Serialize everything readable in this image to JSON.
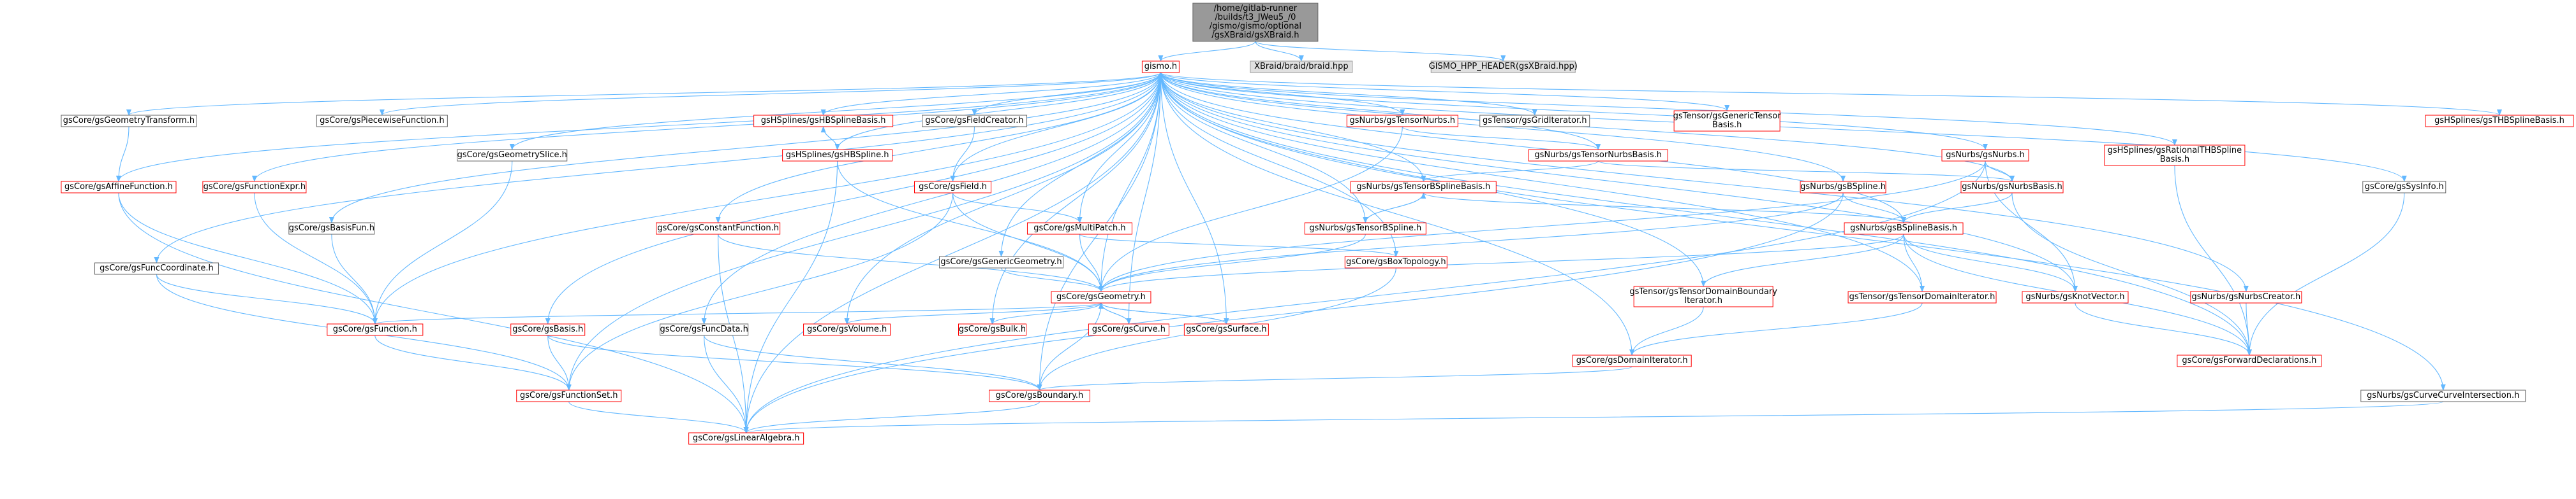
{
  "nodes": [
    {
      "id": "root",
      "lines": [
        "/home/gitlab-runner",
        "/builds/t3_JWeu5_/0",
        "/gismo/gismo/optional",
        "/gsXBraid/gsXBraid.h"
      ],
      "style": "root",
      "interactable": false
    },
    {
      "id": "gismo",
      "lines": [
        "gismo.h"
      ],
      "style": "red"
    },
    {
      "id": "xbraid",
      "lines": [
        "XBraid/braid/braid.hpp"
      ],
      "style": "grey"
    },
    {
      "id": "hppheader",
      "lines": [
        "GISMO_HPP_HEADER(gsXBraid.hpp)"
      ],
      "style": "grey"
    },
    {
      "id": "geomtransform",
      "lines": [
        "gsCore/gsGeometryTransform.h"
      ],
      "style": "black"
    },
    {
      "id": "piecewise",
      "lines": [
        "gsCore/gsPiecewiseFunction.h"
      ],
      "style": "black"
    },
    {
      "id": "hbsplinebasis",
      "lines": [
        "gsHSplines/gsHBSplineBasis.h"
      ],
      "style": "red"
    },
    {
      "id": "fieldcreator",
      "lines": [
        "gsCore/gsFieldCreator.h"
      ],
      "style": "black"
    },
    {
      "id": "tensornurbs",
      "lines": [
        "gsNurbs/gsTensorNurbs.h"
      ],
      "style": "red"
    },
    {
      "id": "griditer",
      "lines": [
        "gsTensor/gsGridIterator.h"
      ],
      "style": "black"
    },
    {
      "id": "gentensorbasis",
      "lines": [
        "gsTensor/gsGenericTensor",
        "Basis.h"
      ],
      "style": "red"
    },
    {
      "id": "thbsplinebasis",
      "lines": [
        "gsHSplines/gsTHBSplineBasis.h"
      ],
      "style": "red"
    },
    {
      "id": "geomslice",
      "lines": [
        "gsCore/gsGeometrySlice.h"
      ],
      "style": "black"
    },
    {
      "id": "hbspline",
      "lines": [
        "gsHSplines/gsHBSpline.h"
      ],
      "style": "red"
    },
    {
      "id": "tensornurbsbasis",
      "lines": [
        "gsNurbs/gsTensorNurbsBasis.h"
      ],
      "style": "red"
    },
    {
      "id": "nurbs",
      "lines": [
        "gsNurbs/gsNurbs.h"
      ],
      "style": "red"
    },
    {
      "id": "rationalthb",
      "lines": [
        "gsHSplines/gsRationalTHBSpline",
        "Basis.h"
      ],
      "style": "red"
    },
    {
      "id": "affinefn",
      "lines": [
        "gsCore/gsAffineFunction.h"
      ],
      "style": "red"
    },
    {
      "id": "fnexpr",
      "lines": [
        "gsCore/gsFunctionExpr.h"
      ],
      "style": "red"
    },
    {
      "id": "field",
      "lines": [
        "gsCore/gsField.h"
      ],
      "style": "red"
    },
    {
      "id": "tensorbsplinebasis",
      "lines": [
        "gsNurbs/gsTensorBSplineBasis.h"
      ],
      "style": "red"
    },
    {
      "id": "bspline",
      "lines": [
        "gsNurbs/gsBSpline.h"
      ],
      "style": "red"
    },
    {
      "id": "nurbsbasis",
      "lines": [
        "gsNurbs/gsNurbsBasis.h"
      ],
      "style": "red"
    },
    {
      "id": "sysinfo",
      "lines": [
        "gsCore/gsSysInfo.h"
      ],
      "style": "black"
    },
    {
      "id": "basisfun",
      "lines": [
        "gsCore/gsBasisFun.h"
      ],
      "style": "black"
    },
    {
      "id": "constfn",
      "lines": [
        "gsCore/gsConstantFunction.h"
      ],
      "style": "red"
    },
    {
      "id": "multipatch",
      "lines": [
        "gsCore/gsMultiPatch.h"
      ],
      "style": "red"
    },
    {
      "id": "genericgeom",
      "lines": [
        "gsCore/gsGenericGeometry.h"
      ],
      "style": "black"
    },
    {
      "id": "tensorbspline",
      "lines": [
        "gsNurbs/gsTensorBSpline.h"
      ],
      "style": "red"
    },
    {
      "id": "boxtopology",
      "lines": [
        "gsCore/gsBoxTopology.h"
      ],
      "style": "red"
    },
    {
      "id": "bsplinebasis",
      "lines": [
        "gsNurbs/gsBSplineBasis.h"
      ],
      "style": "red"
    },
    {
      "id": "funccoord",
      "lines": [
        "gsCore/gsFuncCoordinate.h"
      ],
      "style": "black"
    },
    {
      "id": "geometry",
      "lines": [
        "gsCore/gsGeometry.h"
      ],
      "style": "red"
    },
    {
      "id": "tdbiter",
      "lines": [
        "gsTensor/gsTensorDomainBoundary",
        "Iterator.h"
      ],
      "style": "red"
    },
    {
      "id": "tditer",
      "lines": [
        "gsTensor/gsTensorDomainIterator.h"
      ],
      "style": "red"
    },
    {
      "id": "knotvector",
      "lines": [
        "gsNurbs/gsKnotVector.h"
      ],
      "style": "red"
    },
    {
      "id": "nurbscreator",
      "lines": [
        "gsNurbs/gsNurbsCreator.h"
      ],
      "style": "red"
    },
    {
      "id": "function",
      "lines": [
        "gsCore/gsFunction.h"
      ],
      "style": "red"
    },
    {
      "id": "basis",
      "lines": [
        "gsCore/gsBasis.h"
      ],
      "style": "red"
    },
    {
      "id": "funcdata",
      "lines": [
        "gsCore/gsFuncData.h"
      ],
      "style": "black"
    },
    {
      "id": "volume",
      "lines": [
        "gsCore/gsVolume.h"
      ],
      "style": "red"
    },
    {
      "id": "bulk",
      "lines": [
        "gsCore/gsBulk.h"
      ],
      "style": "red"
    },
    {
      "id": "curve",
      "lines": [
        "gsCore/gsCurve.h"
      ],
      "style": "red"
    },
    {
      "id": "surface",
      "lines": [
        "gsCore/gsSurface.h"
      ],
      "style": "red"
    },
    {
      "id": "domainiter",
      "lines": [
        "gsCore/gsDomainIterator.h"
      ],
      "style": "red"
    },
    {
      "id": "fwddecl",
      "lines": [
        "gsCore/gsForwardDeclarations.h"
      ],
      "style": "red"
    },
    {
      "id": "functionset",
      "lines": [
        "gsCore/gsFunctionSet.h"
      ],
      "style": "red"
    },
    {
      "id": "boundary",
      "lines": [
        "gsCore/gsBoundary.h"
      ],
      "style": "red"
    },
    {
      "id": "curveintersect",
      "lines": [
        "gsNurbs/gsCurveCurveIntersection.h"
      ],
      "style": "black"
    },
    {
      "id": "linalg",
      "lines": [
        "gsCore/gsLinearAlgebra.h"
      ],
      "style": "red"
    }
  ],
  "edges": [
    [
      "root",
      "gismo"
    ],
    [
      "root",
      "xbraid"
    ],
    [
      "root",
      "hppheader"
    ],
    [
      "gismo",
      "geomtransform"
    ],
    [
      "gismo",
      "piecewise"
    ],
    [
      "gismo",
      "hbsplinebasis"
    ],
    [
      "gismo",
      "fieldcreator"
    ],
    [
      "gismo",
      "tensornurbs"
    ],
    [
      "gismo",
      "griditer"
    ],
    [
      "gismo",
      "gentensorbasis"
    ],
    [
      "gismo",
      "thbsplinebasis"
    ],
    [
      "gismo",
      "geomslice"
    ],
    [
      "gismo",
      "hbspline"
    ],
    [
      "gismo",
      "tensornurbsbasis"
    ],
    [
      "gismo",
      "nurbs"
    ],
    [
      "gismo",
      "rationalthb"
    ],
    [
      "gismo",
      "affinefn"
    ],
    [
      "gismo",
      "fnexpr"
    ],
    [
      "gismo",
      "field"
    ],
    [
      "gismo",
      "tensorbsplinebasis"
    ],
    [
      "gismo",
      "bspline"
    ],
    [
      "gismo",
      "nurbsbasis"
    ],
    [
      "gismo",
      "sysinfo"
    ],
    [
      "gismo",
      "basisfun"
    ],
    [
      "gismo",
      "constfn"
    ],
    [
      "gismo",
      "multipatch"
    ],
    [
      "gismo",
      "genericgeom"
    ],
    [
      "gismo",
      "tensorbspline"
    ],
    [
      "gismo",
      "boxtopology"
    ],
    [
      "gismo",
      "bsplinebasis"
    ],
    [
      "gismo",
      "funccoord"
    ],
    [
      "gismo",
      "geometry"
    ],
    [
      "gismo",
      "tdbiter"
    ],
    [
      "gismo",
      "tditer"
    ],
    [
      "gismo",
      "knotvector"
    ],
    [
      "gismo",
      "nurbscreator"
    ],
    [
      "gismo",
      "function"
    ],
    [
      "gismo",
      "basis"
    ],
    [
      "gismo",
      "funcdata"
    ],
    [
      "gismo",
      "volume"
    ],
    [
      "gismo",
      "bulk"
    ],
    [
      "gismo",
      "curve"
    ],
    [
      "gismo",
      "surface"
    ],
    [
      "gismo",
      "domainiter"
    ],
    [
      "gismo",
      "fwddecl"
    ],
    [
      "gismo",
      "functionset"
    ],
    [
      "gismo",
      "boundary"
    ],
    [
      "gismo",
      "curveintersect"
    ],
    [
      "gismo",
      "linalg"
    ],
    [
      "geomtransform",
      "affinefn"
    ],
    [
      "hbsplinebasis",
      "hbspline"
    ],
    [
      "hbspline",
      "hbsplinebasis"
    ],
    [
      "hbspline",
      "geometry"
    ],
    [
      "hbspline",
      "linalg"
    ],
    [
      "fieldcreator",
      "field"
    ],
    [
      "tensornurbs",
      "tensornurbsbasis"
    ],
    [
      "tensornurbs",
      "geometry"
    ],
    [
      "tensornurbsbasis",
      "tensorbsplinebasis"
    ],
    [
      "tensornurbsbasis",
      "nurbsbasis"
    ],
    [
      "geomslice",
      "function"
    ],
    [
      "nurbs",
      "nurbsbasis"
    ],
    [
      "nurbs",
      "geometry"
    ],
    [
      "nurbs",
      "knotvector"
    ],
    [
      "nurbs",
      "linalg"
    ],
    [
      "rationalthb",
      "fwddecl"
    ],
    [
      "affinefn",
      "function"
    ],
    [
      "affinefn",
      "linalg"
    ],
    [
      "fnexpr",
      "function"
    ],
    [
      "field",
      "multipatch"
    ],
    [
      "field",
      "geometry"
    ],
    [
      "field",
      "functionset"
    ],
    [
      "tensorbsplinebasis",
      "tensorbspline"
    ],
    [
      "tensorbspline",
      "tensorbsplinebasis"
    ],
    [
      "tensorbsplinebasis",
      "bsplinebasis"
    ],
    [
      "tensorbspline",
      "geometry"
    ],
    [
      "bspline",
      "bsplinebasis"
    ],
    [
      "bspline",
      "geometry"
    ],
    [
      "bspline",
      "linalg"
    ],
    [
      "nurbsbasis",
      "bsplinebasis"
    ],
    [
      "nurbsbasis",
      "fwddecl"
    ],
    [
      "sysinfo",
      "fwddecl"
    ],
    [
      "basisfun",
      "function"
    ],
    [
      "constfn",
      "geometry"
    ],
    [
      "constfn",
      "linalg"
    ],
    [
      "multipatch",
      "boxtopology"
    ],
    [
      "multipatch",
      "geometry"
    ],
    [
      "genericgeom",
      "geometry"
    ],
    [
      "boxtopology",
      "boundary"
    ],
    [
      "bsplinebasis",
      "geometry"
    ],
    [
      "bsplinebasis",
      "tdbiter"
    ],
    [
      "bsplinebasis",
      "tditer"
    ],
    [
      "bsplinebasis",
      "knotvector"
    ],
    [
      "bsplinebasis",
      "fwddecl"
    ],
    [
      "funccoord",
      "function"
    ],
    [
      "funccoord",
      "functionset"
    ],
    [
      "geometry",
      "function"
    ],
    [
      "geometry",
      "volume"
    ],
    [
      "geometry",
      "bulk"
    ],
    [
      "geometry",
      "curve"
    ],
    [
      "geometry",
      "surface"
    ],
    [
      "geometry",
      "boundary"
    ],
    [
      "curve",
      "geometry"
    ],
    [
      "surface",
      "geometry"
    ],
    [
      "tdbiter",
      "domainiter"
    ],
    [
      "tditer",
      "domainiter"
    ],
    [
      "knotvector",
      "fwddecl"
    ],
    [
      "nurbscreator",
      "fwddecl"
    ],
    [
      "function",
      "functionset"
    ],
    [
      "basis",
      "functionset"
    ],
    [
      "basis",
      "boundary"
    ],
    [
      "funcdata",
      "linalg"
    ],
    [
      "funcdata",
      "boundary"
    ],
    [
      "domainiter",
      "boundary"
    ],
    [
      "functionset",
      "linalg"
    ],
    [
      "boundary",
      "linalg"
    ],
    [
      "curveintersect",
      "linalg"
    ]
  ]
}
